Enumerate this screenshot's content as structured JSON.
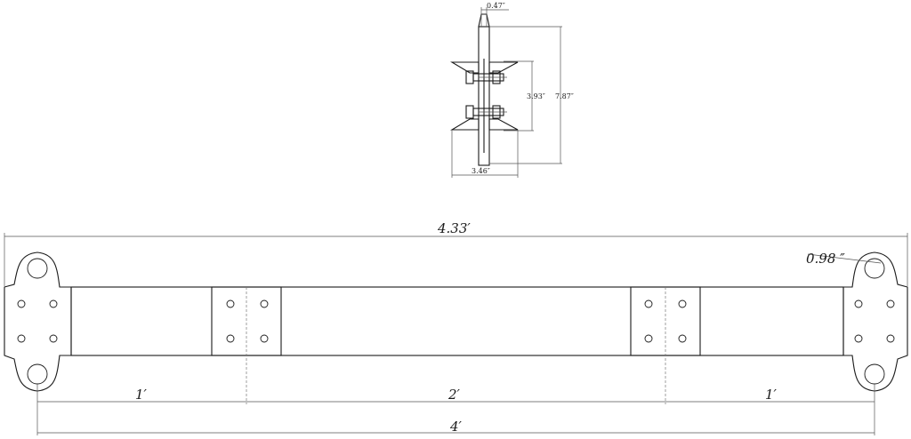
{
  "section_view": {
    "thickness": "0.47″",
    "bolt_spacing": "3.93″",
    "overall_height": "7.87″",
    "flange_width": "3.46″"
  },
  "beam_view": {
    "overall_length": "4.33′",
    "hole_diameter": "0.98 ″",
    "segment_left": "1′",
    "segment_middle": "2′",
    "segment_right": "1′",
    "mounting_span": "4′"
  }
}
